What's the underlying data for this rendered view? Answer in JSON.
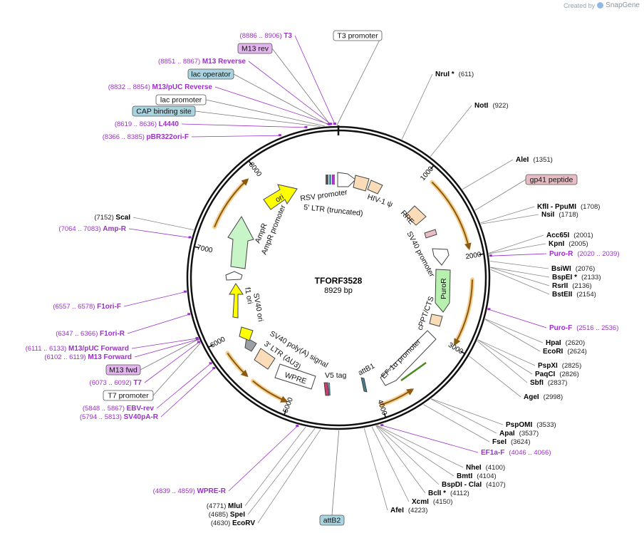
{
  "credit": {
    "prefix": "Created by",
    "brand": "SnapGene",
    "icon": "snapgene-logo-icon"
  },
  "plasmid": {
    "name": "TFORF3528",
    "length": "8929 bp",
    "total_bp": 8929
  },
  "ticks": [
    "1000",
    "2000",
    "3000",
    "4000",
    "5000",
    "6000",
    "7000",
    "8000"
  ],
  "sites": [
    {
      "name": "NruI *",
      "pos": "(611)"
    },
    {
      "name": "NotI",
      "pos": "(922)"
    },
    {
      "name": "AleI",
      "pos": "(1351)"
    },
    {
      "name": "KflI",
      "extra": "PpuMI",
      "pos": "(1708)"
    },
    {
      "name": "NsiI",
      "pos": "(1718)"
    },
    {
      "name": "Acc65I",
      "pos": "(2001)"
    },
    {
      "name": "KpnI",
      "pos": "(2005)"
    },
    {
      "name": "BsiWI",
      "pos": "(2076)"
    },
    {
      "name": "BspEI *",
      "pos": "(2133)"
    },
    {
      "name": "RsrII",
      "pos": "(2136)"
    },
    {
      "name": "BstEII",
      "pos": "(2154)"
    },
    {
      "name": "HpaI",
      "pos": "(2620)"
    },
    {
      "name": "EcoRI",
      "pos": "(2624)"
    },
    {
      "name": "PspXI",
      "pos": "(2825)"
    },
    {
      "name": "PaqCI",
      "pos": "(2826)"
    },
    {
      "name": "SbfI",
      "pos": "(2837)"
    },
    {
      "name": "AgeI",
      "pos": "(2998)"
    },
    {
      "name": "PspOMI",
      "pos": "(3533)"
    },
    {
      "name": "ApaI",
      "pos": "(3537)"
    },
    {
      "name": "FseI",
      "pos": "(3624)"
    },
    {
      "name": "NheI",
      "pos": "(4100)"
    },
    {
      "name": "BmtI",
      "pos": "(4104)"
    },
    {
      "name": "BspDI",
      "extra": "ClaI",
      "pos": "(4107)"
    },
    {
      "name": "BclI *",
      "pos": "(4112)"
    },
    {
      "name": "XcmI",
      "pos": "(4150)"
    },
    {
      "name": "AfeI",
      "pos": "(4223)"
    },
    {
      "name": "MluI",
      "pos": "(4771)"
    },
    {
      "name": "SpeI",
      "pos": "(4685)"
    },
    {
      "name": "EcoRV",
      "pos": "(4630)"
    },
    {
      "name": "ScaI",
      "pos": "(7152)"
    }
  ],
  "primers": [
    {
      "name": "T3",
      "pos": "(8886 .. 8906)"
    },
    {
      "name": "M13 Reverse",
      "pos": "(8851 .. 8867)"
    },
    {
      "name": "M13/pUC Reverse",
      "pos": "(8832 .. 8854)"
    },
    {
      "name": "L4440",
      "pos": "(8619 .. 8636)"
    },
    {
      "name": "pBR322ori-F",
      "pos": "(8366 .. 8385)"
    },
    {
      "name": "Amp-R",
      "pos": "(7064 .. 7083)"
    },
    {
      "name": "F1ori-F",
      "pos": "(6557 .. 6578)"
    },
    {
      "name": "F1ori-R",
      "pos": "(6347 .. 6366)"
    },
    {
      "name": "M13/pUC Forward",
      "pos": "(6111 .. 6133)"
    },
    {
      "name": "M13 Forward",
      "pos": "(6102 .. 6119)"
    },
    {
      "name": "T7",
      "pos": "(6073 .. 6092)"
    },
    {
      "name": "EBV-rev",
      "pos": "(5848 .. 5867)"
    },
    {
      "name": "SV40pA-R",
      "pos": "(5794 .. 5813)"
    },
    {
      "name": "WPRE-R",
      "pos": "(4839 .. 4859)"
    },
    {
      "name": "Puro-R",
      "pos": "(2020 .. 2039)"
    },
    {
      "name": "Puro-F",
      "pos": "(2516 .. 2536)"
    },
    {
      "name": "EF1a-F",
      "pos": "(4046 .. 4066)"
    }
  ],
  "boxes": [
    {
      "label": "T3 promoter",
      "fill": "#ffffff"
    },
    {
      "label": "M13 rev",
      "fill": "#e2b5ef"
    },
    {
      "label": "lac operator",
      "fill": "#a8d4e0"
    },
    {
      "label": "lac promoter",
      "fill": "#ffffff"
    },
    {
      "label": "CAP binding site",
      "fill": "#a8d4e0"
    },
    {
      "label": "gp41 peptide",
      "fill": "#e8bcc4"
    },
    {
      "label": "M13 fwd",
      "fill": "#e2b5ef"
    },
    {
      "label": "T7 promoter",
      "fill": "#ffffff"
    },
    {
      "label": "attB2",
      "fill": "#a8d4e0"
    }
  ],
  "features": [
    {
      "label": "RSV promoter"
    },
    {
      "label": "HIV-1 ψ"
    },
    {
      "label": "5' LTR (truncated)"
    },
    {
      "label": "RRE"
    },
    {
      "label": "SV40 promoter"
    },
    {
      "label": "PuroR"
    },
    {
      "label": "cPPT/CTS"
    },
    {
      "label": "EF-1α promoter"
    },
    {
      "label": "attB1"
    },
    {
      "label": "V5 tag"
    },
    {
      "label": "WPRE"
    },
    {
      "label": "3' LTR (ΔU3)"
    },
    {
      "label": "SV40 poly(A) signal"
    },
    {
      "label": "SV40 ori"
    },
    {
      "label": "f1 ori"
    },
    {
      "label": "AmpR promoter"
    },
    {
      "label": "AmpR"
    },
    {
      "label": "ori"
    }
  ],
  "colors": {
    "backbone": "#111111",
    "primer": "#9b30c8",
    "orf_orange": "#e8a23a",
    "ori_yellow": "#ffff00",
    "ampr_green": "#c8f5c8",
    "puro_green": "#b8f0b0",
    "ltr_tan": "#fadcb8",
    "site_line": "#888888"
  }
}
